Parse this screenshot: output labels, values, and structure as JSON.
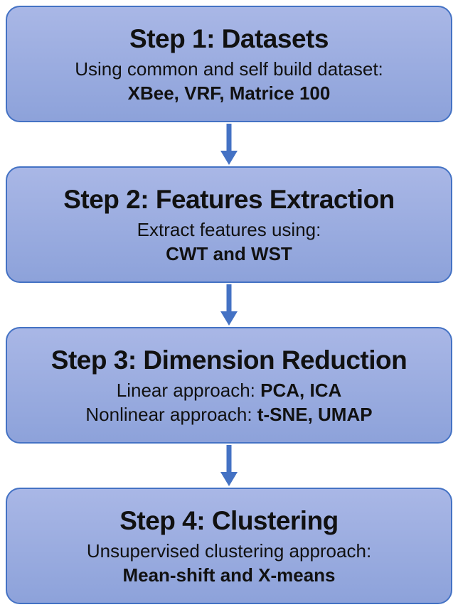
{
  "diagram_title": "Four-step processing pipeline flowchart",
  "colors": {
    "box_border": "#4472c4",
    "box_fill_top": "#a9b7e6",
    "box_fill_bottom": "#8da2da",
    "arrow": "#4472c4",
    "text": "#111111",
    "page_bg": "#ffffff"
  },
  "boxes": [
    {
      "title": "Step 1: Datasets",
      "lines": [
        {
          "normal": "Using common and self build dataset:",
          "bold": ""
        },
        {
          "normal": "",
          "bold": "XBee, VRF, Matrice 100"
        }
      ]
    },
    {
      "title": "Step 2: Features Extraction",
      "lines": [
        {
          "normal": "Extract features using:",
          "bold": ""
        },
        {
          "normal": "",
          "bold": "CWT and WST"
        }
      ]
    },
    {
      "title": "Step 3: Dimension Reduction",
      "lines": [
        {
          "normal": "Linear approach: ",
          "bold": "PCA, ICA"
        },
        {
          "normal": "Nonlinear approach: ",
          "bold": "t-SNE, UMAP"
        }
      ]
    },
    {
      "title": "Step 4: Clustering",
      "lines": [
        {
          "normal": "Unsupervised clustering approach:",
          "bold": ""
        },
        {
          "normal": "",
          "bold": "Mean-shift and X-means"
        }
      ]
    }
  ],
  "arrows": [
    {
      "name": "arrow-step1-to-step2",
      "direction": "down"
    },
    {
      "name": "arrow-step2-to-step3",
      "direction": "down"
    },
    {
      "name": "arrow-step3-to-step4",
      "direction": "down"
    }
  ]
}
